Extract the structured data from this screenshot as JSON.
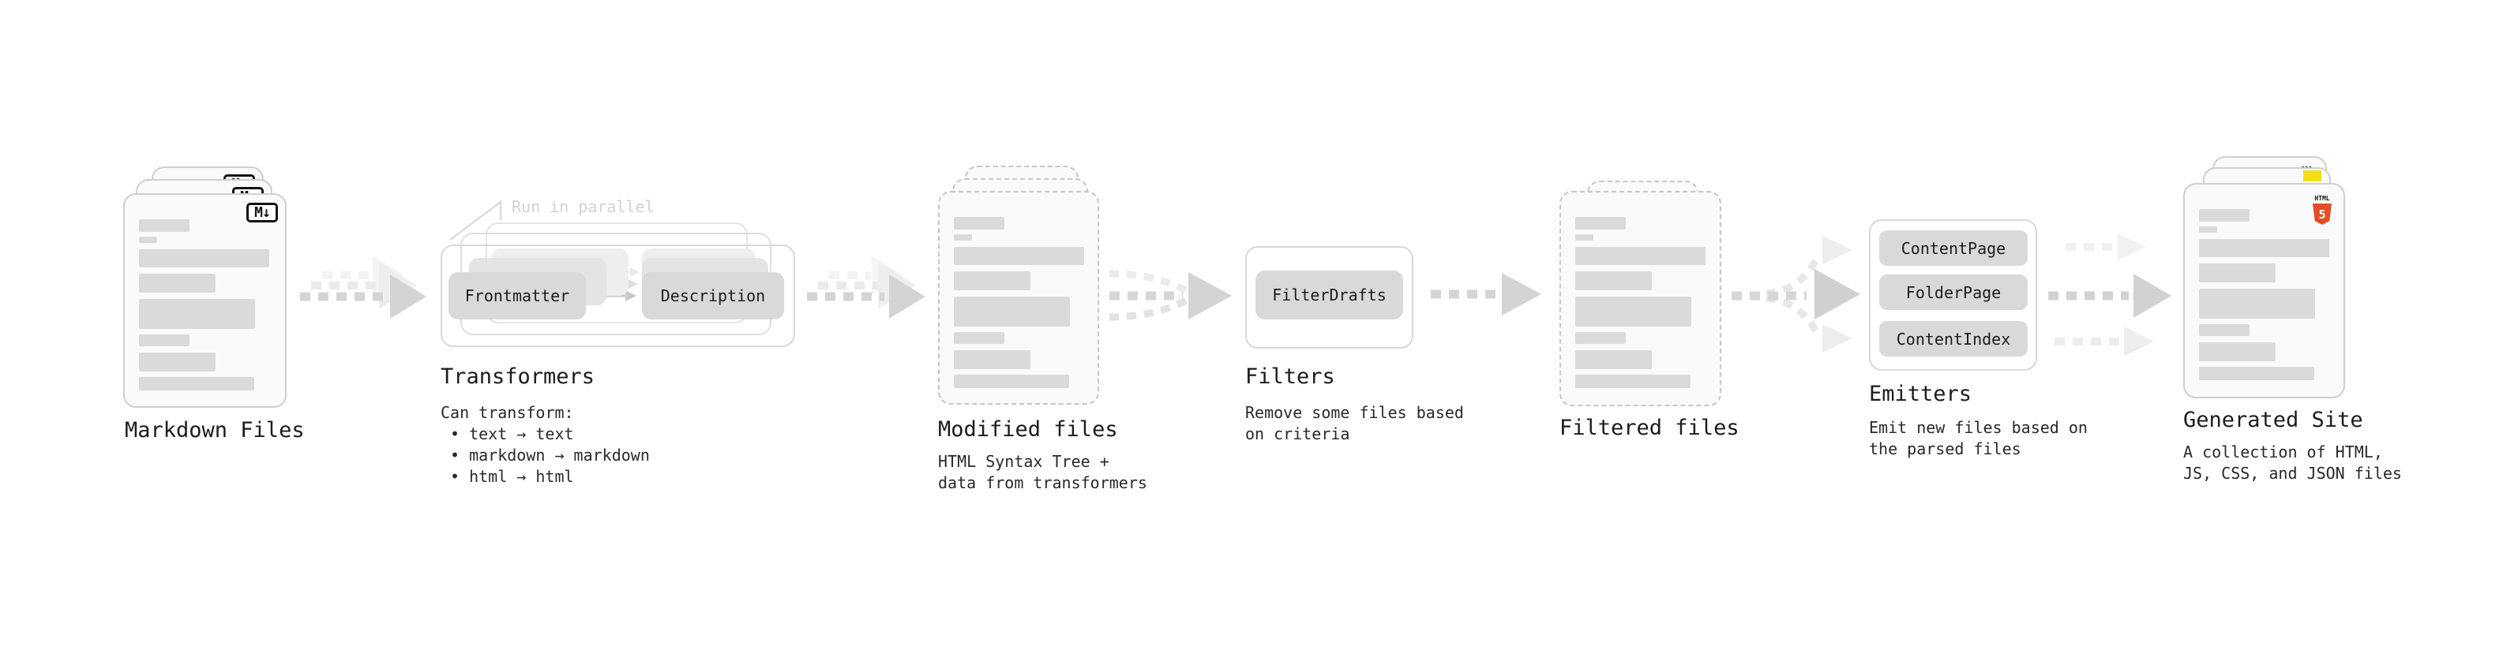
{
  "stages": {
    "markdown": {
      "title": "Markdown Files",
      "badge": "M↓"
    },
    "transformers": {
      "title": "Transformers",
      "annotation": "Run in parallel",
      "pill_left": "Frontmatter",
      "pill_right": "Description",
      "body": [
        "Can transform:",
        "• text → text",
        "• markdown → markdown",
        "• html → html"
      ]
    },
    "modified": {
      "title": "Modified files",
      "body": [
        "HTML Syntax Tree +",
        "data from transformers"
      ]
    },
    "filters": {
      "title": "Filters",
      "pill": "FilterDrafts",
      "body": [
        "Remove some files based",
        "on criteria"
      ]
    },
    "filtered": {
      "title": "Filtered files"
    },
    "emitters": {
      "title": "Emitters",
      "pills": [
        "ContentPage",
        "FolderPage",
        "ContentIndex"
      ],
      "body": [
        "Emit new files based on",
        "the parsed files"
      ]
    },
    "generated": {
      "title": "Generated Site",
      "badge_css": "CSS",
      "badge_html": "HTML",
      "badge_html5_number": "5",
      "body": [
        "A collection of HTML,",
        "JS, CSS, and JSON files"
      ]
    }
  },
  "colors": {
    "html5_orange": "#e44d26",
    "js_yellow": "#f5de19",
    "css_blue": "#2d6fe0",
    "pill_gray": "#d9d9d9",
    "page_gray": "#fafafa",
    "arrow_gray": "#d4d4d4",
    "annotation_gray": "#d2d2d2"
  }
}
